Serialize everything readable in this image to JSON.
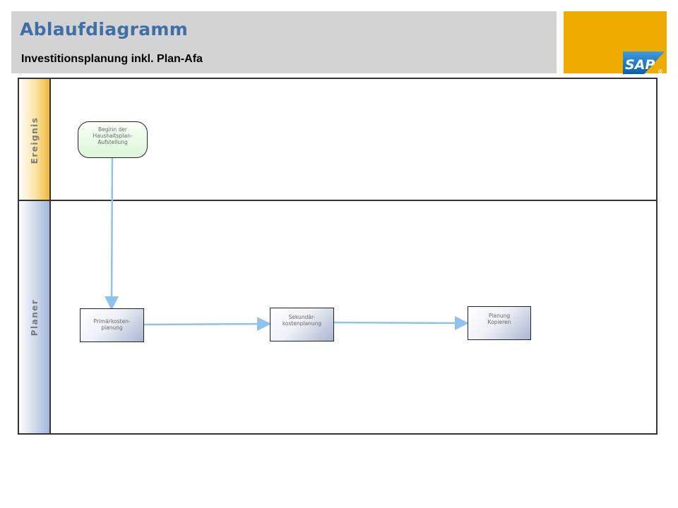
{
  "header": {
    "title": "Ablaufdiagramm",
    "subtitle": "Investitionsplanung inkl. Plan-Afa"
  },
  "logo": {
    "text": "SAP",
    "registered": "®"
  },
  "lanes": [
    {
      "label": "Ereignis"
    },
    {
      "label": "Planer"
    }
  ],
  "nodes": {
    "event_start": {
      "label": "Beginn der\nHaushaltsplan-\nAufstellung",
      "shape": "rounded-event"
    },
    "primaer": {
      "label": "Primärkosten-\nplanung",
      "shape": "process"
    },
    "sekundaer": {
      "label": "Sekundär-\nkostenplanung",
      "shape": "process"
    },
    "planung": {
      "label": "Planung\nKopieren",
      "shape": "process"
    }
  },
  "connectors": [
    {
      "from": "event_start",
      "to": "primaer"
    },
    {
      "from": "primaer",
      "to": "sekundaer"
    },
    {
      "from": "sekundaer",
      "to": "planung"
    }
  ],
  "colors": {
    "title": "#3e6fa6",
    "header_bg": "#d3d3d3",
    "logo_panel": "#efac00",
    "logo_blue": "#0f6cbd",
    "lane_event": "#f1b83c",
    "lane_planer": "#a4b6d8",
    "event_fill": "#dcf6d7",
    "connector": "#8fc3ec"
  }
}
